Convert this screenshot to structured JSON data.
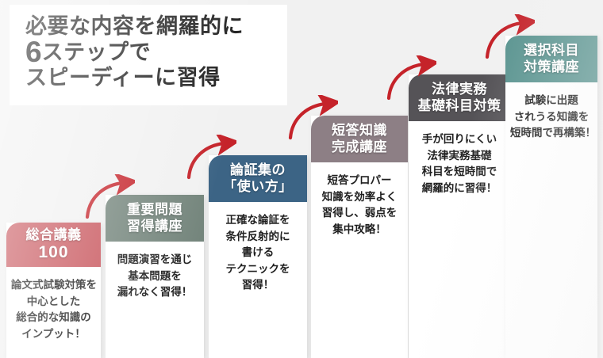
{
  "headline": {
    "line1": "必要な内容を網羅的に",
    "line2_num": "6",
    "line2_rest": "ステップで",
    "line3": "スピーディーに習得"
  },
  "colors": {
    "background": "#f1f1f1",
    "card_body": "#ffffff",
    "arrow": "#c5232a",
    "title_text": "#1c1c1c",
    "body_text": "#1f1f1f",
    "step1_header": "#c8555c",
    "step2_header": "#74857c",
    "step3_header": "#3c6485",
    "step4_header": "#8d7f85",
    "step5_header": "#555357",
    "step6_header": "#5a9490"
  },
  "steps": [
    {
      "index": 1,
      "header_lines": [
        "総合講義",
        "100"
      ],
      "header_color": "#c8555c",
      "body_lines": [
        "論文式試験対策を",
        "中心とした",
        "総合的な知識の",
        "インプット！"
      ]
    },
    {
      "index": 2,
      "header_lines": [
        "重要問題",
        "習得講座"
      ],
      "header_color": "#74857c",
      "body_lines": [
        "問題演習を通じ",
        "基本問題を",
        "漏れなく習得！"
      ]
    },
    {
      "index": 3,
      "header_lines": [
        "論証集の",
        "「使い方」"
      ],
      "header_color": "#3c6485",
      "body_lines": [
        "正確な論証を",
        "条件反射的に",
        "書ける",
        "テクニックを",
        "習得！"
      ]
    },
    {
      "index": 4,
      "header_lines": [
        "短答知識",
        "完成講座"
      ],
      "header_color": "#8d7f85",
      "body_lines": [
        "短答プロパー",
        "知識を効率よく",
        "習得し、弱点を",
        "集中攻略！"
      ]
    },
    {
      "index": 5,
      "header_lines": [
        "法律実務",
        "基礎科目対策"
      ],
      "header_color": "#555357",
      "body_lines": [
        "手が回りにくい",
        "法律実務基礎",
        "科目を短時間で",
        "網羅的に習得！"
      ]
    },
    {
      "index": 6,
      "header_lines": [
        "選択科目",
        "対策講座"
      ],
      "header_color": "#5a9490",
      "body_lines": [
        "試験に出題",
        "されうる知識を",
        "短時間で再構築！"
      ]
    }
  ],
  "arrows": [
    {
      "index": 1,
      "from_step": 1,
      "to_step": 2
    },
    {
      "index": 2,
      "from_step": 2,
      "to_step": 3
    },
    {
      "index": 3,
      "from_step": 3,
      "to_step": 4
    },
    {
      "index": 4,
      "from_step": 4,
      "to_step": 5
    },
    {
      "index": 5,
      "from_step": 5,
      "to_step": 6
    }
  ]
}
